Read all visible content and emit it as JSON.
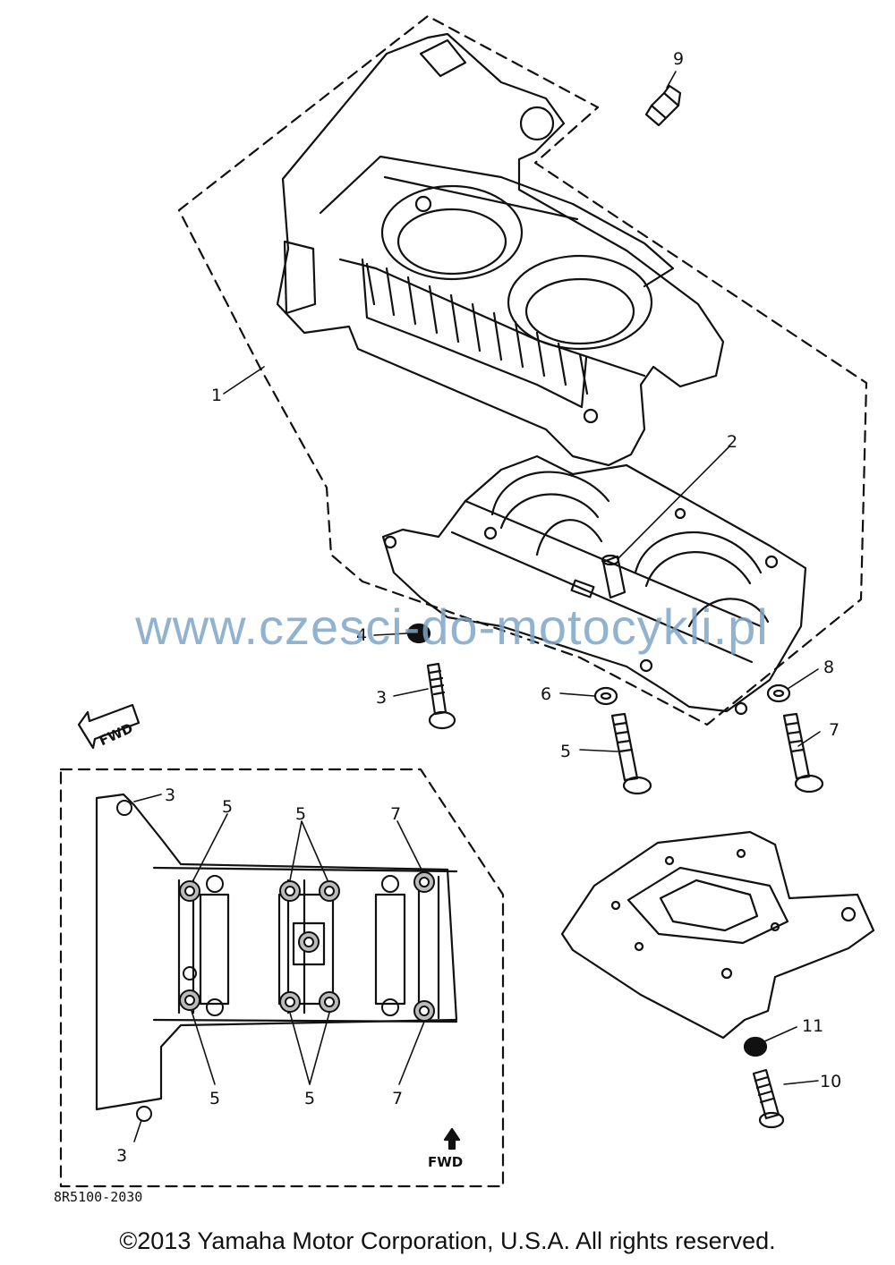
{
  "diagram": {
    "part_numbers": [
      "1",
      "2",
      "3",
      "4",
      "5",
      "6",
      "7",
      "8",
      "9",
      "10",
      "11"
    ],
    "fwd_label": "FWD",
    "inset_fwd_label": "FWD",
    "drawing_code": "8R5100-2030",
    "inset_callouts": {
      "top_left": "3",
      "top_a": "5",
      "top_b": "5",
      "top_c": "7",
      "bottom_a": "5",
      "bottom_b": "5",
      "bottom_c": "7",
      "bottom_left": "3"
    }
  },
  "watermark": "www.czesci-do-motocykli.pl",
  "copyright": "©2013 Yamaha Motor Corporation, U.S.A. All rights reserved."
}
